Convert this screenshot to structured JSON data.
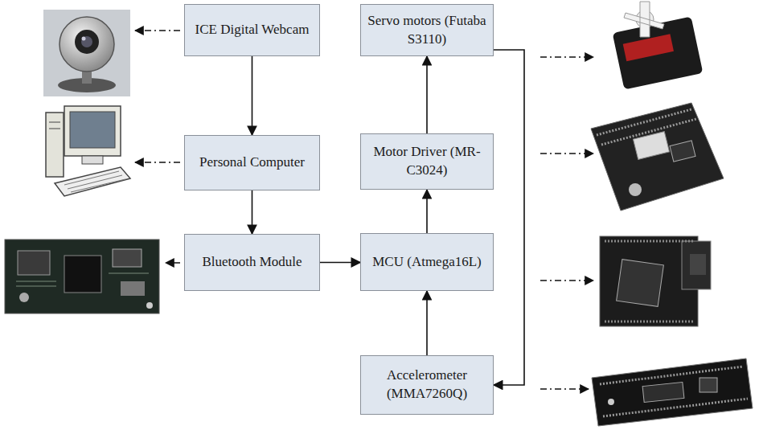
{
  "diagram": {
    "nodes": [
      {
        "text": [
          "ICE Digital Webcam"
        ]
      },
      {
        "text": [
          "Servo motors (Futaba S3110)"
        ]
      },
      {
        "text": [
          "Personal Computer"
        ]
      },
      {
        "text": [
          "Motor Driver (MR-C3024)"
        ]
      },
      {
        "text": [
          "Bluetooth Module"
        ]
      },
      {
        "text": [
          "MCU (Atmega16L)"
        ]
      },
      {
        "text": [
          "Accelerometer (MMA7260Q)"
        ]
      }
    ],
    "edges": [
      {
        "from": 0,
        "to": 2,
        "arrow": "to"
      },
      {
        "from": 2,
        "to": 4,
        "arrow": "to"
      },
      {
        "from": 4,
        "to": 5,
        "arrow": "to"
      },
      {
        "from": 5,
        "to": 3,
        "arrow": "to"
      },
      {
        "from": 3,
        "to": 1,
        "arrow": "to"
      },
      {
        "from": 6,
        "to": 5,
        "arrow": "to"
      },
      {
        "from": 1,
        "to": 6,
        "arrow": "to"
      }
    ]
  }
}
